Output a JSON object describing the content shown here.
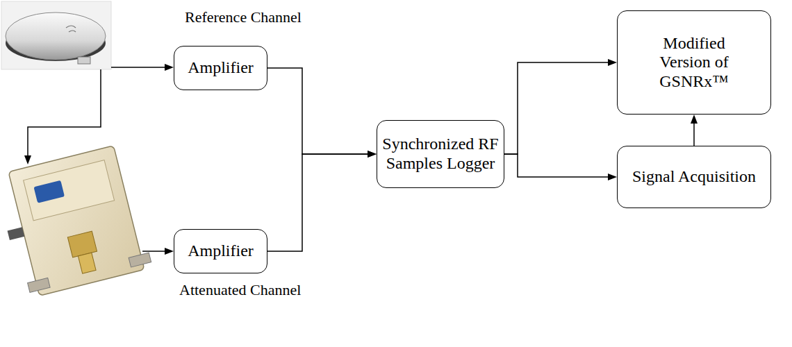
{
  "diagram": {
    "nodes": [
      {
        "text": [
          "Amplifier"
        ]
      },
      {
        "text": [
          "Amplifier"
        ]
      },
      {
        "text": [
          "Synchronized RF Samples Logger"
        ]
      },
      {
        "text": [
          "Modified Version of GSNRx™"
        ]
      },
      {
        "text": [
          "Signal Acquisition"
        ]
      }
    ],
    "edges": [
      {
        "from": 0,
        "to": 2,
        "arrow": "to"
      },
      {
        "from": 1,
        "to": 2,
        "arrow": "to"
      },
      {
        "from": 2,
        "to": 3,
        "arrow": "to"
      },
      {
        "from": 2,
        "to": 4,
        "arrow": "to"
      },
      {
        "from": 4,
        "to": 3,
        "arrow": "to"
      }
    ],
    "labels": [
      "Reference Channel",
      "Attenuated Channel"
    ]
  }
}
